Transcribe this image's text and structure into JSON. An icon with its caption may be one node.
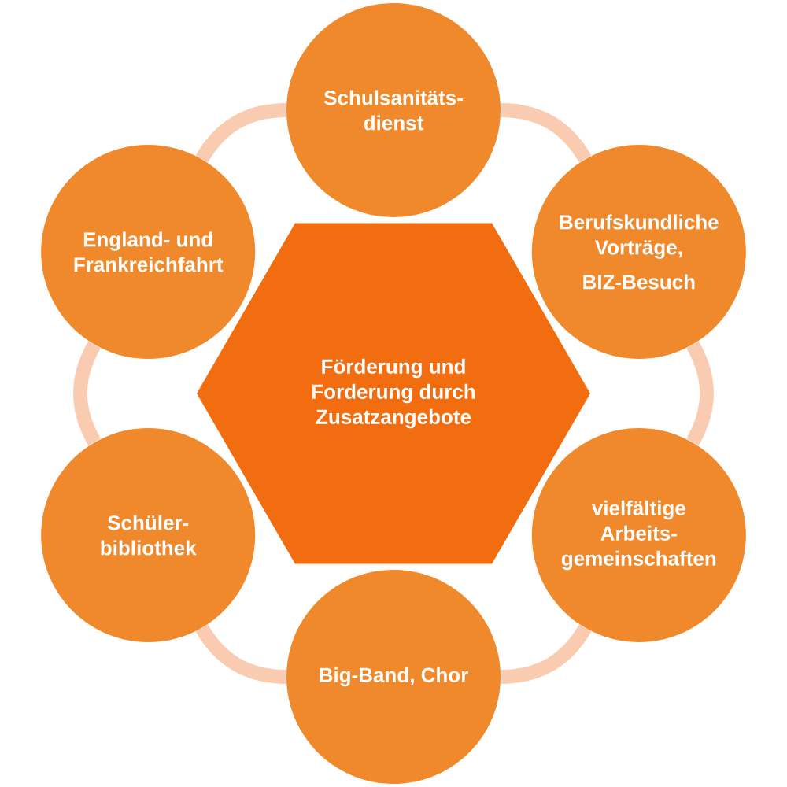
{
  "diagram": {
    "nodes": [
      {
        "text": [
          "Förderung und Forderung durch Zusatzangebote"
        ]
      },
      {
        "text": [
          "Schulsanitäts- dienst"
        ]
      },
      {
        "text": [
          "Berufskundliche Vorträge,",
          "BIZ-Besuch"
        ]
      },
      {
        "text": [
          "vielfältige Arbeits- gemeinschaften"
        ]
      },
      {
        "text": [
          "Big-Band, Chor"
        ]
      },
      {
        "text": [
          "Schüler- bibliothek"
        ]
      },
      {
        "text": [
          "England- und Frankreichfahrt"
        ]
      }
    ],
    "edges": [
      {
        "from": 1,
        "to": 2,
        "arrow": "none"
      },
      {
        "from": 2,
        "to": 3,
        "arrow": "none"
      },
      {
        "from": 3,
        "to": 4,
        "arrow": "none"
      },
      {
        "from": 4,
        "to": 5,
        "arrow": "none"
      },
      {
        "from": 5,
        "to": 6,
        "arrow": "none"
      },
      {
        "from": 6,
        "to": 1,
        "arrow": "none"
      }
    ]
  }
}
